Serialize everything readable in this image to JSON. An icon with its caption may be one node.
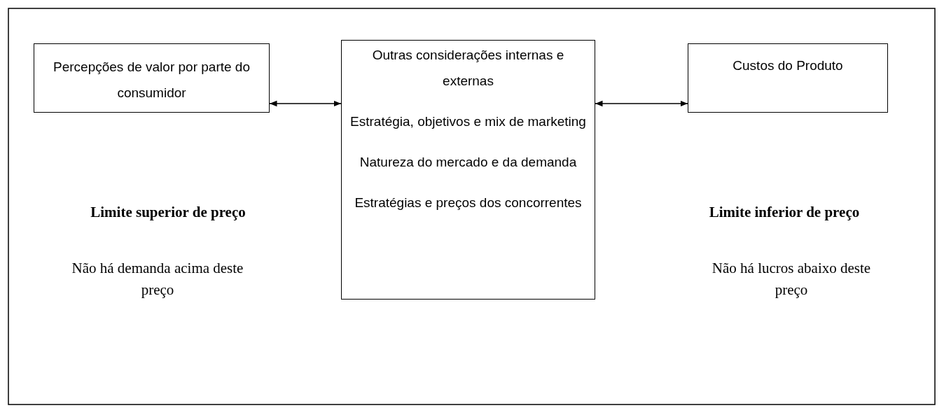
{
  "diagram": {
    "nodes": [
      {
        "text": [
          "Percepções de valor por parte do consumidor"
        ]
      },
      {
        "text": [
          "Outras considerações internas e externas",
          "Estratégia, objetivos e mix de marketing",
          "Natureza do mercado e da demanda",
          "Estratégias e preços dos concorrentes"
        ]
      },
      {
        "text": [
          "Custos do Produto"
        ]
      }
    ],
    "edges": [
      {
        "from": 0,
        "to": 1,
        "arrow": "both"
      },
      {
        "from": 1,
        "to": 2,
        "arrow": "both"
      }
    ],
    "labels": [
      "Limite superior de preço",
      "Não há demanda acima deste preço",
      "Limite inferior de preço",
      "Não há lucros abaixo deste preço"
    ]
  }
}
